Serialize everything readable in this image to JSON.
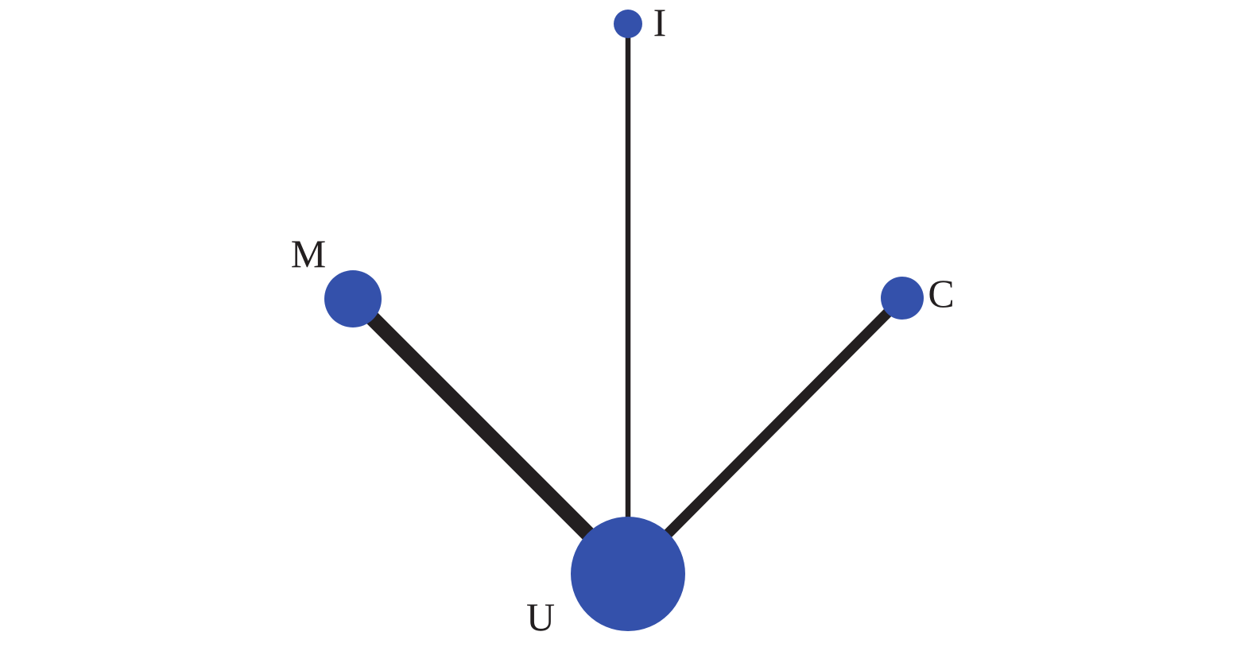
{
  "colors": {
    "node": "#3451ab",
    "edge": "#231f20",
    "label": "#231f20",
    "background": "#ffffff"
  },
  "nodes": [
    {
      "id": "U",
      "label": "U",
      "weight": 4
    },
    {
      "id": "I",
      "label": "I",
      "weight": 1
    },
    {
      "id": "M",
      "label": "M",
      "weight": 2
    },
    {
      "id": "C",
      "label": "C",
      "weight": 1.5
    }
  ],
  "edges": [
    {
      "from": "U",
      "to": "M",
      "weight": 3
    },
    {
      "from": "U",
      "to": "I",
      "weight": 1
    },
    {
      "from": "U",
      "to": "C",
      "weight": 2
    }
  ]
}
